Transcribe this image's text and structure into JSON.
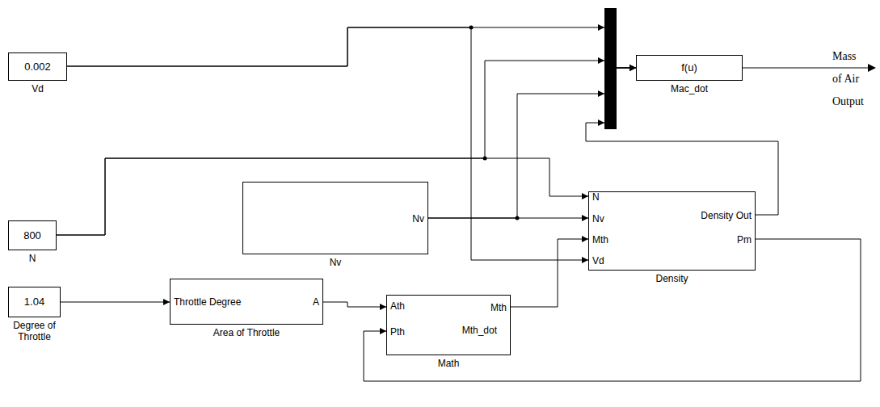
{
  "diagram": {
    "nodes": [
      {
        "text": [
          "0.002",
          "Vd"
        ]
      },
      {
        "text": [
          "f(u)",
          "Mac_dot"
        ]
      },
      {
        "text": [
          "800",
          "N"
        ]
      },
      {
        "text": [
          "Nv",
          "Nv"
        ]
      },
      {
        "text": [
          "N",
          "Nv",
          "Mth",
          "Vd",
          "Density Out",
          "Pm",
          "Density"
        ]
      },
      {
        "text": [
          "1.04",
          "Degree of Throttle"
        ]
      },
      {
        "text": [
          "Throttle Degree",
          "A",
          "Area of Throttle"
        ]
      },
      {
        "text": [
          "Ath",
          "Pth",
          "Mth",
          "Mth_dot",
          "Math"
        ]
      }
    ],
    "edges": [
      {
        "from": 0,
        "to": 1,
        "arrow": "to"
      },
      {
        "from": 0,
        "to": 4,
        "arrow": "to"
      },
      {
        "from": 2,
        "to": 1,
        "arrow": "to"
      },
      {
        "from": 2,
        "to": 4,
        "arrow": "to"
      },
      {
        "from": 3,
        "to": 1,
        "arrow": "to"
      },
      {
        "from": 3,
        "to": 4,
        "arrow": "to"
      },
      {
        "from": 4,
        "to": 1,
        "arrow": "to"
      },
      {
        "from": 4,
        "to": 7,
        "arrow": "to"
      },
      {
        "from": 5,
        "to": 6,
        "arrow": "to"
      },
      {
        "from": 6,
        "to": 7,
        "arrow": "to"
      },
      {
        "from": 7,
        "to": 4,
        "arrow": "to"
      }
    ],
    "labels": [
      "Mass of Air Output"
    ]
  }
}
